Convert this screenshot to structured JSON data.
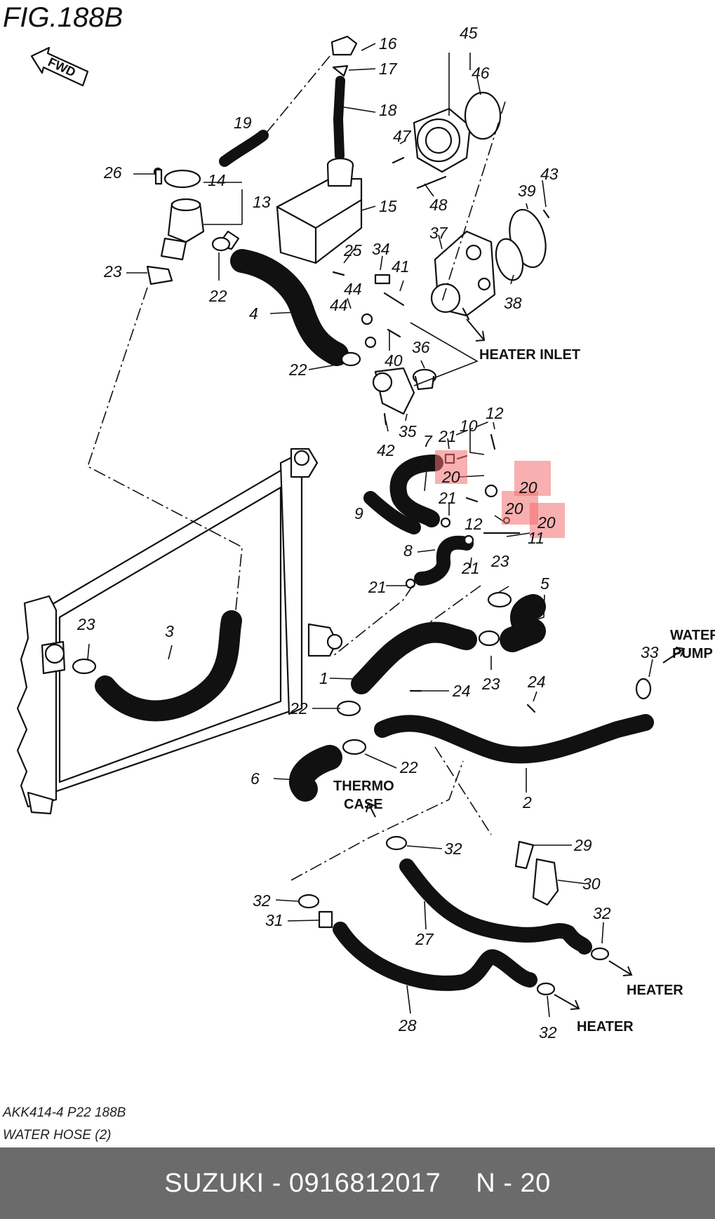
{
  "figure": {
    "title": "FIG.188B",
    "fwd": "FWD",
    "ref_code": "AKK414-4 P22 188B",
    "caption": "WATER HOSE (2)"
  },
  "destinations": {
    "heater_inlet": "HEATER INLET",
    "water_pump_line1": "WATER",
    "water_pump_line2": "PUMP",
    "thermo_line1": "THERMO",
    "thermo_line2": "CASE",
    "heater_a": "HEATER",
    "heater_b": "HEATER"
  },
  "callouts": {
    "c16": "16",
    "c17": "17",
    "c18": "18",
    "c19": "19",
    "c26": "26",
    "c14": "14",
    "c13": "13",
    "c15": "15",
    "c23a": "23",
    "c22a": "22",
    "c4": "4",
    "c25": "25",
    "c34": "34",
    "c41": "41",
    "c44a": "44",
    "c44b": "44",
    "c40": "40",
    "c22b": "22",
    "c36": "36",
    "c35": "35",
    "c42": "42",
    "c45": "45",
    "c46": "46",
    "c47": "47",
    "c48": "48",
    "c39": "39",
    "c43": "43",
    "c37": "37",
    "c38": "38",
    "c12a": "12",
    "c21a": "21",
    "c10": "10",
    "c7": "7",
    "c20a": "20",
    "c20b": "20",
    "c21b": "21",
    "c20c": "20",
    "c9": "9",
    "c12b": "12",
    "c20d": "20",
    "c11": "11",
    "c8": "8",
    "c21c": "21",
    "c23b": "23",
    "c5": "5",
    "c21d": "21",
    "c23c": "23",
    "c3": "3",
    "c1": "1",
    "c24a": "24",
    "c23d": "23",
    "c33": "33",
    "c24b": "24",
    "c22c": "22",
    "c22d": "22",
    "c6": "6",
    "c2": "2",
    "c32a": "32",
    "c29": "29",
    "c30": "30",
    "c32b": "32",
    "c31": "31",
    "c27": "27",
    "c32c": "32",
    "c28": "28",
    "c32d": "32"
  },
  "highlight_color": "#f26d6d",
  "footer": {
    "brand": "SUZUKI",
    "separator": "-",
    "part_number": "0916812017",
    "ref": "N - 20"
  }
}
